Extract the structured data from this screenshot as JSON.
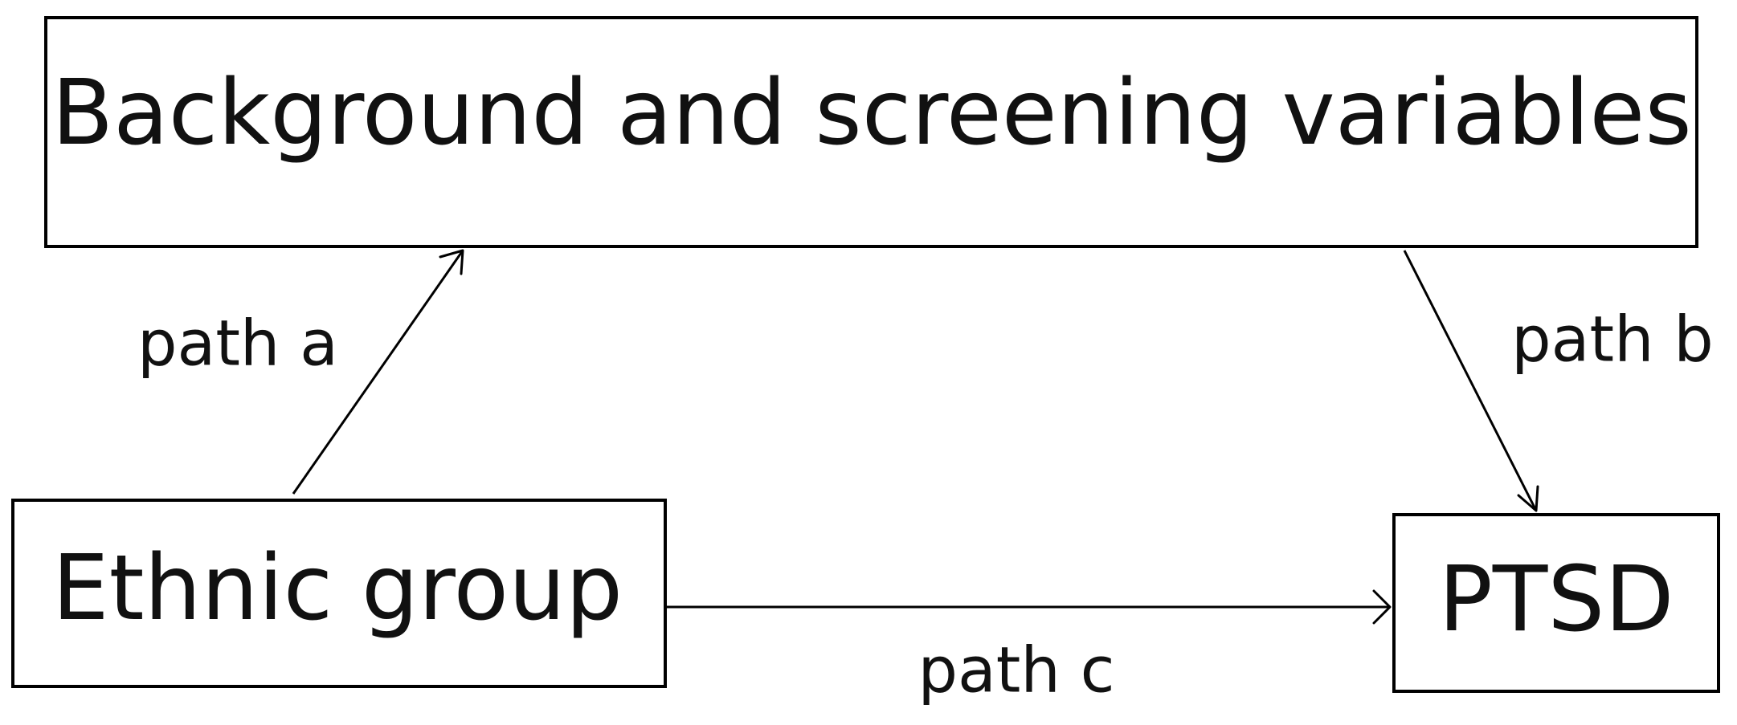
{
  "nodes": {
    "background": {
      "label": "Background and screening variables"
    },
    "ethnic": {
      "label": "Ethnic group"
    },
    "ptsd": {
      "label": "PTSD"
    }
  },
  "edges": {
    "a": {
      "label": "path a",
      "from": "ethnic",
      "to": "background"
    },
    "b": {
      "label": "path b",
      "from": "background",
      "to": "ptsd"
    },
    "c": {
      "label": "path c",
      "from": "ethnic",
      "to": "ptsd"
    }
  },
  "colors": {
    "stroke": "#000000",
    "text": "#111111",
    "background": "#ffffff"
  }
}
